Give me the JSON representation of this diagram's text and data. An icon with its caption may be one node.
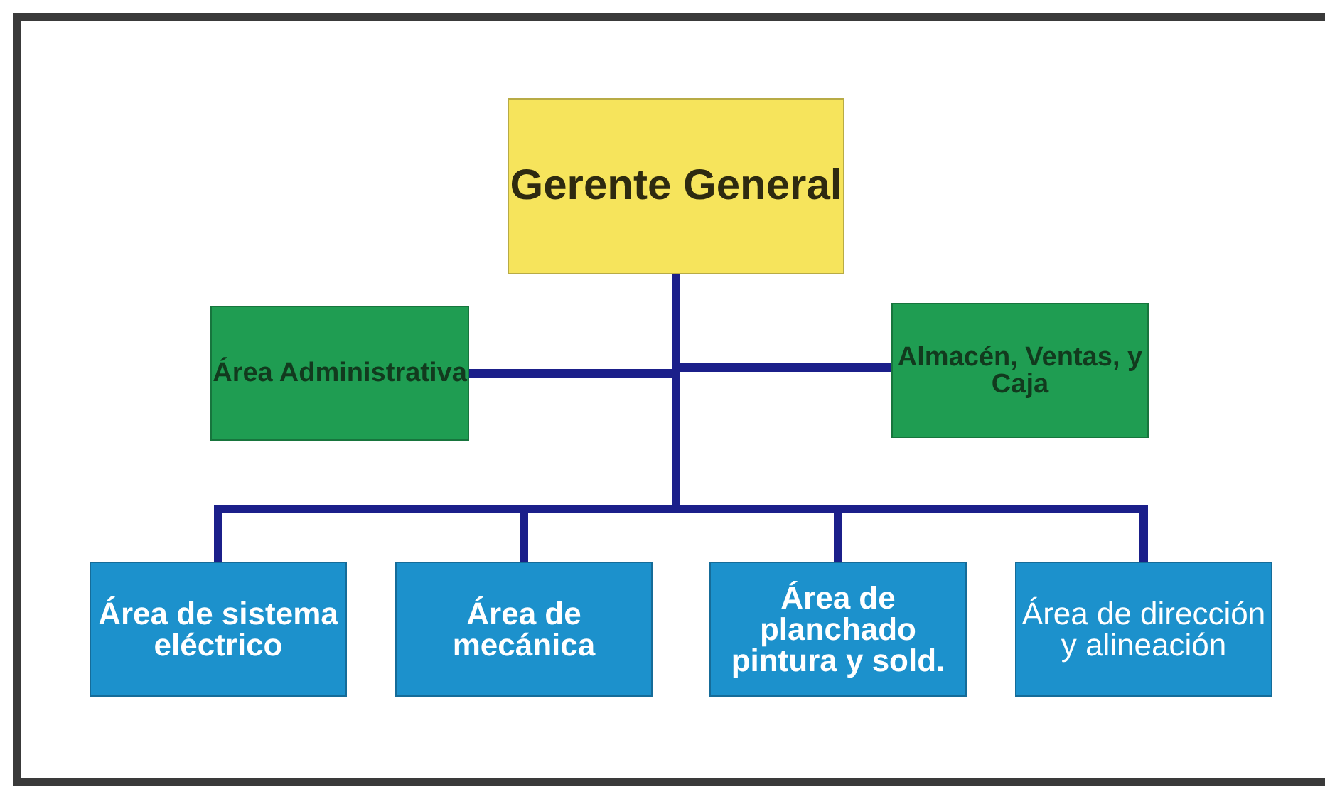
{
  "diagram": {
    "nodes": [
      {
        "text": [
          "Gerente General"
        ]
      },
      {
        "text": [
          "Área Administrativa"
        ]
      },
      {
        "text": [
          "Almacén, Ventas, y Caja"
        ]
      },
      {
        "text": [
          "Área de sistema eléctrico"
        ]
      },
      {
        "text": [
          "Área de mecánica"
        ]
      },
      {
        "text": [
          "Área de planchado pintura y sold."
        ]
      },
      {
        "text": [
          "Área de dirección y alineación"
        ]
      }
    ],
    "edges": [
      {
        "from": 0,
        "to": 1,
        "arrow": "none"
      },
      {
        "from": 0,
        "to": 2,
        "arrow": "none"
      },
      {
        "from": 0,
        "to": 3,
        "arrow": "none"
      },
      {
        "from": 0,
        "to": 4,
        "arrow": "none"
      },
      {
        "from": 0,
        "to": 5,
        "arrow": "none"
      },
      {
        "from": 0,
        "to": 6,
        "arrow": "none"
      }
    ]
  }
}
